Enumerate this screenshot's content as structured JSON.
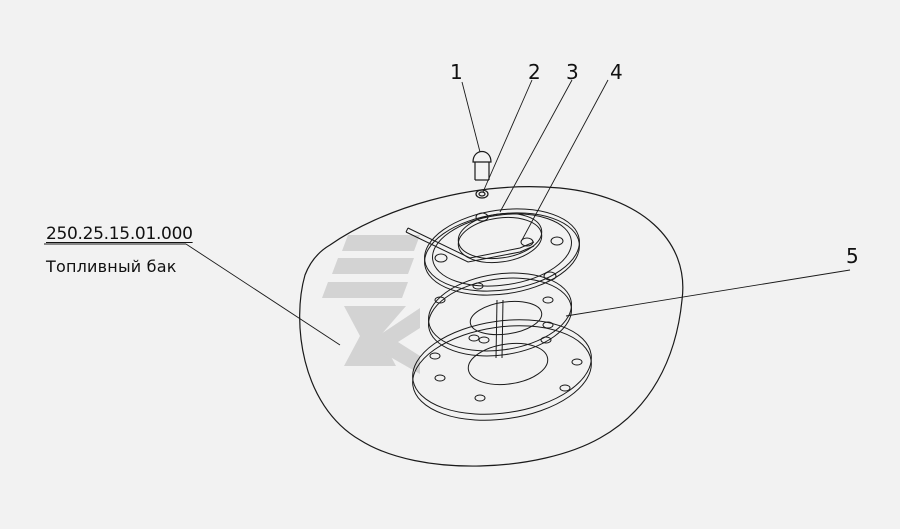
{
  "callouts": {
    "c1": "1",
    "c2": "2",
    "c3": "3",
    "c4": "4",
    "c5": "5"
  },
  "assembly": {
    "code": "250.25.15.01.000",
    "name": "Топливный бак"
  },
  "colors": {
    "line": "#1a1a1a",
    "paper": "#f2f2f2",
    "watermark": "#d3d3d3"
  }
}
